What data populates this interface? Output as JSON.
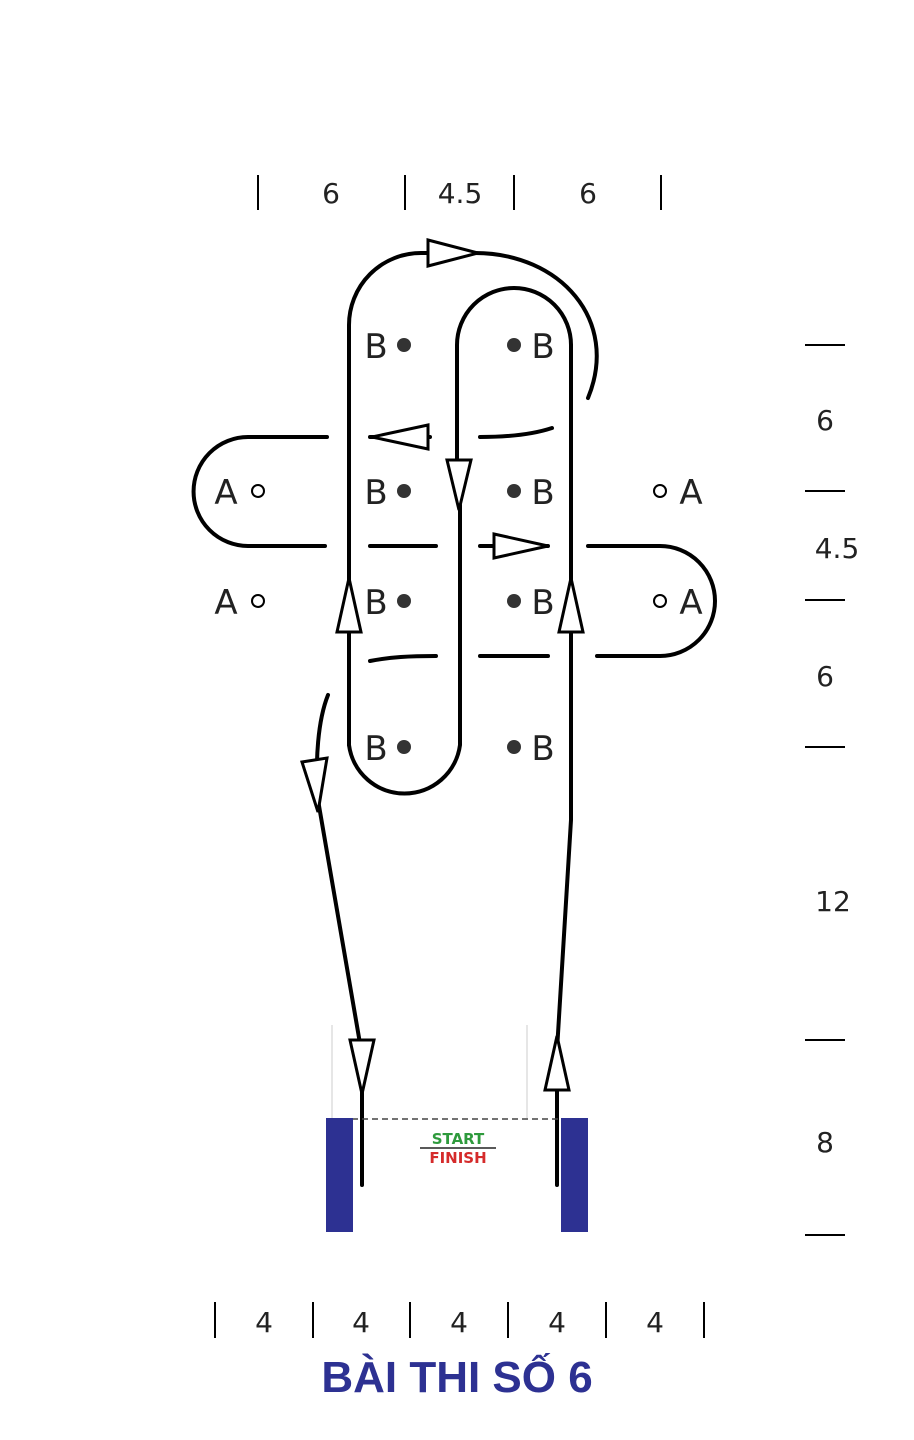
{
  "title": "BÀI THI SỐ 6",
  "gate": {
    "start_label": "START",
    "finish_label": "FINISH",
    "start_color": "#2E9A3C",
    "finish_color": "#D52B2B",
    "post_color": "#2D3192"
  },
  "title_color": "#2D3192",
  "top_dimensions": [
    "6",
    "4.5",
    "6"
  ],
  "right_dimensions": [
    "6",
    "4.5",
    "6",
    "12",
    "8"
  ],
  "bottom_dimensions": [
    "4",
    "4",
    "4",
    "4",
    "4"
  ],
  "markers": {
    "b_label": "B",
    "a_label": "A",
    "b_left": [
      "B",
      "B",
      "B",
      "B"
    ],
    "b_right": [
      "B",
      "B",
      "B",
      "B"
    ],
    "a_left": [
      "A",
      "A"
    ],
    "a_right": [
      "A",
      "A"
    ]
  },
  "icons": {
    "arrow": "open-triangle-arrow-icon",
    "cone_b": "filled-dot-icon",
    "cone_a": "hollow-circle-icon"
  }
}
